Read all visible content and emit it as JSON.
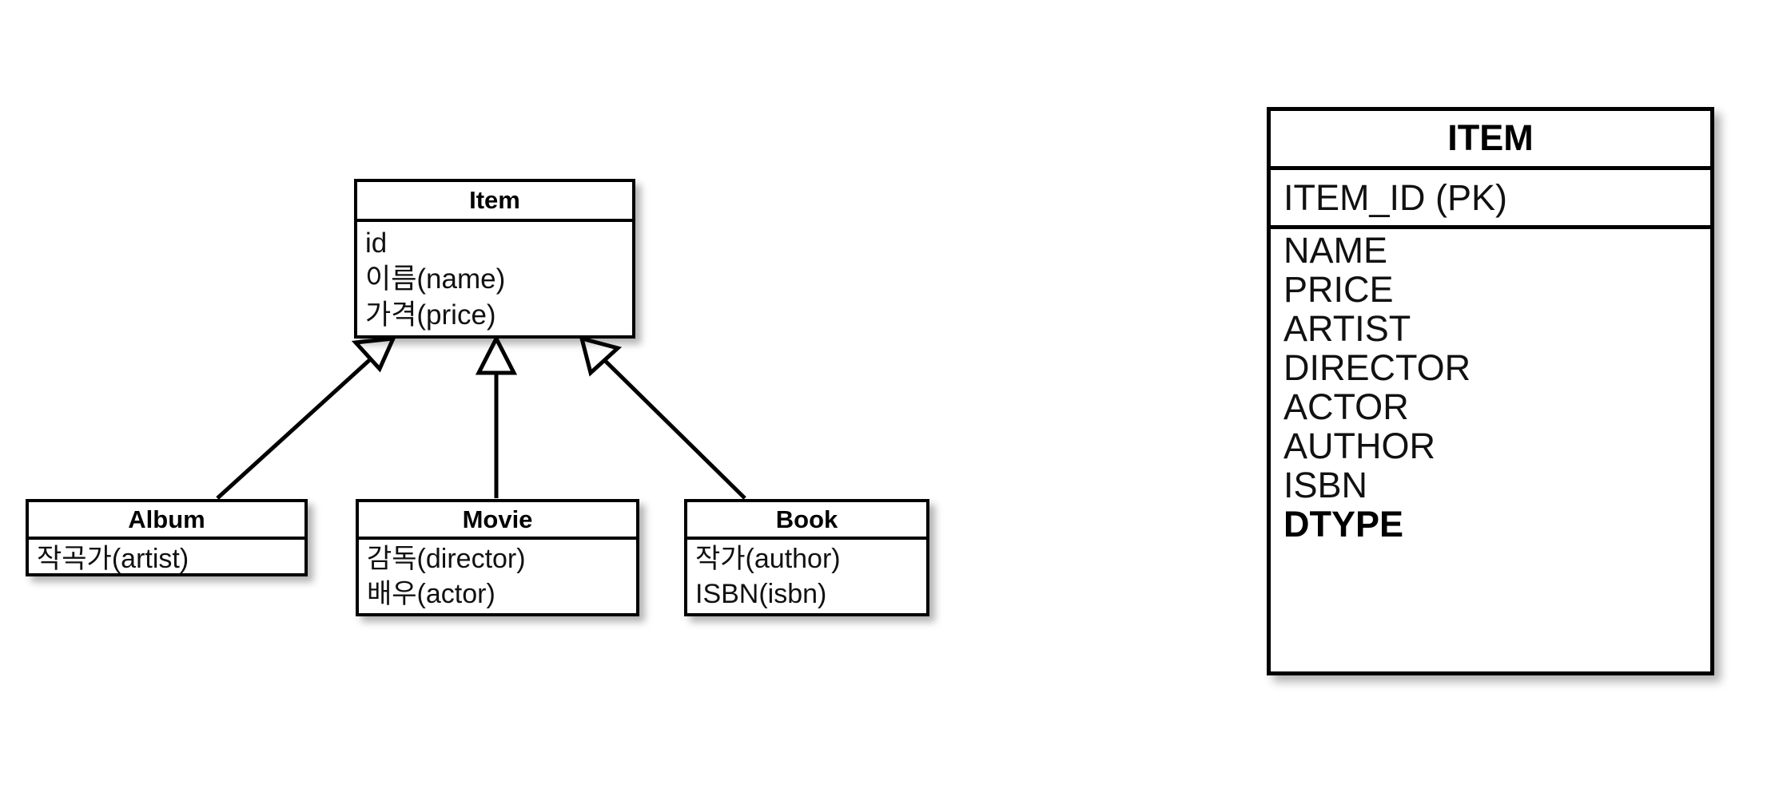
{
  "diagram": {
    "type": "uml-class-diagram-with-db-table",
    "superclass": {
      "name": "Item",
      "attributes": [
        "id",
        "이름(name)",
        "가격(price)"
      ]
    },
    "subclasses": [
      {
        "name": "Album",
        "attributes": [
          "작곡가(artist)"
        ],
        "relation": "generalization"
      },
      {
        "name": "Movie",
        "attributes": [
          "감독(director)",
          "배우(actor)"
        ],
        "relation": "generalization"
      },
      {
        "name": "Book",
        "attributes": [
          "작가(author)",
          "ISBN(isbn)"
        ],
        "relation": "generalization"
      }
    ]
  },
  "db_table": {
    "name": "ITEM",
    "primary_key": "ITEM_ID (PK)",
    "columns": [
      {
        "name": "NAME",
        "emphasis": "normal"
      },
      {
        "name": "PRICE",
        "emphasis": "normal"
      },
      {
        "name": "ARTIST",
        "emphasis": "normal"
      },
      {
        "name": "DIRECTOR",
        "emphasis": "normal"
      },
      {
        "name": "ACTOR",
        "emphasis": "normal"
      },
      {
        "name": "AUTHOR",
        "emphasis": "normal"
      },
      {
        "name": "ISBN",
        "emphasis": "normal"
      },
      {
        "name": "DTYPE",
        "emphasis": "bold"
      }
    ]
  },
  "colors": {
    "stroke": "#000000",
    "fill": "#ffffff",
    "text": "#111111"
  }
}
